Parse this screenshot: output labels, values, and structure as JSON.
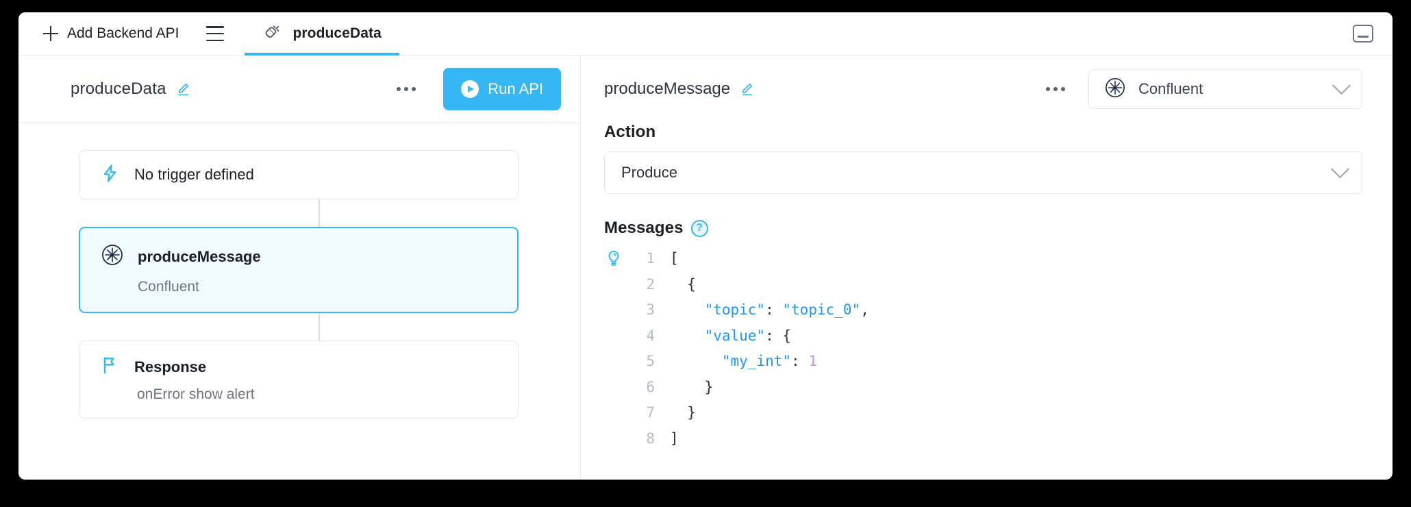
{
  "window": {
    "minimize_icon": "minimize-panel-icon"
  },
  "tabbar": {
    "add_label": "Add Backend API",
    "plus_icon": "plus-icon",
    "menu_icon": "hamburger-menu-icon",
    "tab": {
      "label": "produceData",
      "icon": "plug-connector-icon",
      "active": true
    }
  },
  "left_panel": {
    "title": "produceData",
    "edit_icon": "pencil-icon",
    "more_icon": "more-options-icon",
    "run_button": {
      "label": "Run API",
      "icon": "play-icon",
      "color": "#35b7f3"
    },
    "flow": {
      "trigger_card": {
        "icon": "lightning-bolt-icon",
        "label": "No trigger defined"
      },
      "step_card": {
        "icon": "confluent-icon",
        "title": "produceMessage",
        "subtitle": "Confluent",
        "selected": true,
        "accent": "#35b7f3",
        "background": "#f0faff"
      },
      "response_card": {
        "icon": "flag-icon",
        "title": "Response",
        "subtitle": "onError show alert"
      }
    }
  },
  "right_panel": {
    "title": "produceMessage",
    "edit_icon": "pencil-icon",
    "more_icon": "more-options-icon",
    "connector": {
      "name": "Confluent",
      "icon": "confluent-icon",
      "chevron": "chevron-down-icon"
    },
    "action": {
      "label": "Action",
      "value": "Produce",
      "chevron": "chevron-down-icon"
    },
    "messages": {
      "label": "Messages",
      "help_icon": "help-circle-icon",
      "hint_icon": "lightbulb-icon",
      "line_numbers": [
        "1",
        "2",
        "3",
        "4",
        "5",
        "6",
        "7",
        "8"
      ],
      "code": [
        {
          "indent": 0,
          "tokens": [
            {
              "t": "[",
              "c": "pun"
            }
          ]
        },
        {
          "indent": 1,
          "tokens": [
            {
              "t": "{",
              "c": "pun"
            }
          ]
        },
        {
          "indent": 2,
          "tokens": [
            {
              "t": "\"topic\"",
              "c": "key"
            },
            {
              "t": ": ",
              "c": "pun"
            },
            {
              "t": "\"topic_0\"",
              "c": "str"
            },
            {
              "t": ",",
              "c": "pun"
            }
          ]
        },
        {
          "indent": 2,
          "tokens": [
            {
              "t": "\"value\"",
              "c": "key"
            },
            {
              "t": ": {",
              "c": "pun"
            }
          ]
        },
        {
          "indent": 3,
          "tokens": [
            {
              "t": "\"my_int\"",
              "c": "key"
            },
            {
              "t": ": ",
              "c": "pun"
            },
            {
              "t": "1",
              "c": "num"
            }
          ]
        },
        {
          "indent": 2,
          "tokens": [
            {
              "t": "}",
              "c": "pun"
            }
          ]
        },
        {
          "indent": 1,
          "tokens": [
            {
              "t": "}",
              "c": "pun"
            }
          ]
        },
        {
          "indent": 0,
          "tokens": [
            {
              "t": "]",
              "c": "pun"
            }
          ]
        }
      ]
    }
  }
}
